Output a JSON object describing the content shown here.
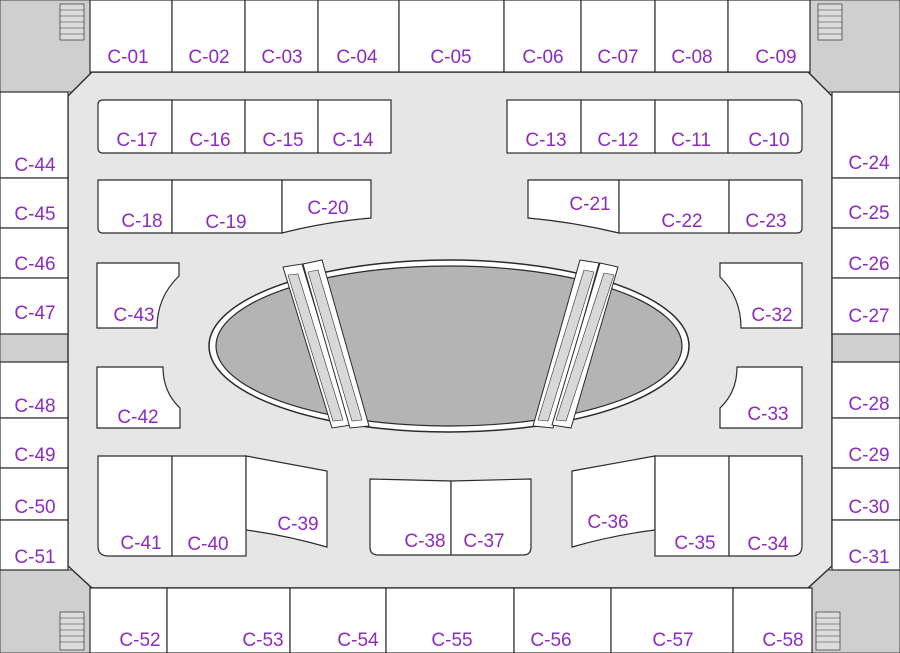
{
  "map": {
    "colors": {
      "label": "#8e2bbf",
      "corridor": "#e6e6e6",
      "void": "#b4b4b4",
      "structure": "#cfcfcf",
      "outline": "#2b2b2b"
    },
    "icons": [
      "escalator-icon",
      "stair-icon"
    ],
    "units": {
      "c01": "C-01",
      "c02": "C-02",
      "c03": "C-03",
      "c04": "C-04",
      "c05": "C-05",
      "c06": "C-06",
      "c07": "C-07",
      "c08": "C-08",
      "c09": "C-09",
      "c10": "C-10",
      "c11": "C-11",
      "c12": "C-12",
      "c13": "C-13",
      "c14": "C-14",
      "c15": "C-15",
      "c16": "C-16",
      "c17": "C-17",
      "c18": "C-18",
      "c19": "C-19",
      "c20": "C-20",
      "c21": "C-21",
      "c22": "C-22",
      "c23": "C-23",
      "c24": "C-24",
      "c25": "C-25",
      "c26": "C-26",
      "c27": "C-27",
      "c28": "C-28",
      "c29": "C-29",
      "c30": "C-30",
      "c31": "C-31",
      "c32": "C-32",
      "c33": "C-33",
      "c34": "C-34",
      "c35": "C-35",
      "c36": "C-36",
      "c37": "C-37",
      "c38": "C-38",
      "c39": "C-39",
      "c40": "C-40",
      "c41": "C-41",
      "c42": "C-42",
      "c43": "C-43",
      "c44": "C-44",
      "c45": "C-45",
      "c46": "C-46",
      "c47": "C-47",
      "c48": "C-48",
      "c49": "C-49",
      "c50": "C-50",
      "c51": "C-51",
      "c52": "C-52",
      "c53": "C-53",
      "c54": "C-54",
      "c55": "C-55",
      "c56": "C-56",
      "c57": "C-57",
      "c58": "C-58"
    }
  }
}
